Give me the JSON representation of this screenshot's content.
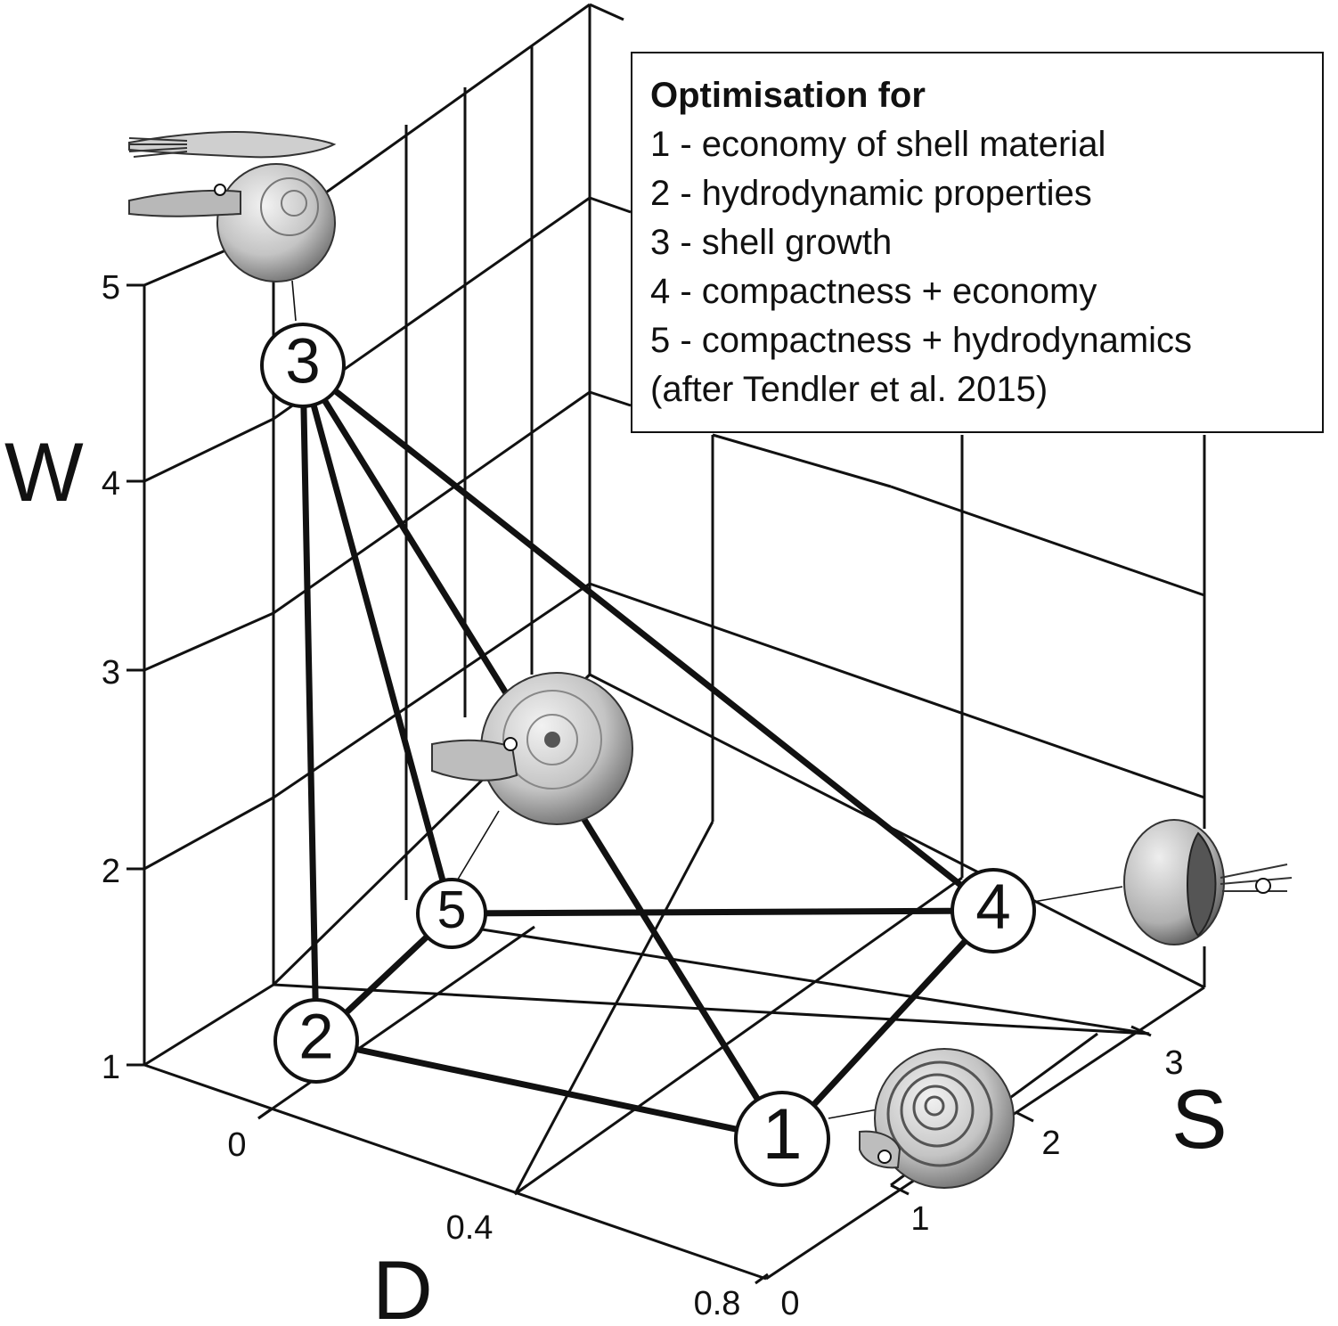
{
  "axes": {
    "w": {
      "label": "W",
      "ticks": [
        "1",
        "2",
        "3",
        "4",
        "5"
      ]
    },
    "d": {
      "label": "D",
      "ticks": [
        "0",
        "0.4",
        "0.8"
      ]
    },
    "s": {
      "label": "S",
      "ticks": [
        "0",
        "1",
        "2",
        "3"
      ]
    }
  },
  "legend": {
    "title": "Optimisation for",
    "items": [
      "1 - economy of shell material",
      "2 - hydrodynamic properties",
      "3 - shell growth",
      "4 - compactness + economy",
      "5 - compactness + hydrodynamics"
    ],
    "source": "(after Tendler et al. 2015)"
  },
  "nodes": [
    {
      "id": "1",
      "label": "1"
    },
    {
      "id": "2",
      "label": "2"
    },
    {
      "id": "3",
      "label": "3"
    },
    {
      "id": "4",
      "label": "4"
    },
    {
      "id": "5",
      "label": "5"
    }
  ],
  "edges": [
    [
      "3",
      "2"
    ],
    [
      "3",
      "5"
    ],
    [
      "3",
      "1"
    ],
    [
      "3",
      "4"
    ],
    [
      "2",
      "5"
    ],
    [
      "2",
      "1"
    ],
    [
      "5",
      "4"
    ],
    [
      "1",
      "4"
    ]
  ],
  "colors": {
    "ink": "#111111",
    "shell_light": "#e6e6e6",
    "shell_dark": "#8a8a8a"
  }
}
